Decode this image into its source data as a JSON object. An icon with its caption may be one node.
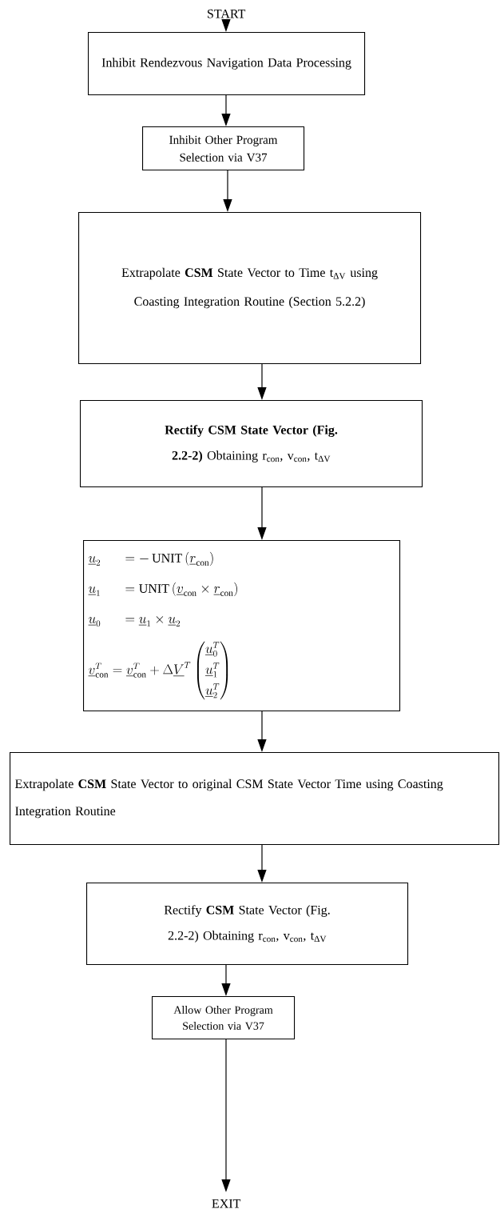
{
  "diagram": {
    "nodes": [
      {
        "text": [
          "START"
        ]
      },
      {
        "text": [
          "Inhibit Rendezvous Navigation Data Processing"
        ]
      },
      {
        "text": [
          "Inhibit Other Program Selection via V37"
        ]
      },
      {
        "text": [
          "Extrapolate **CSM** State Vector to Time t$_{ΔV}$ using Coasting Integration Routine (Section 5.2.2)"
        ]
      },
      {
        "text": [
          "**Rectify CSM State Vector (Fig. 2.2-2)** Obtaining r$_{con}$, v$_{con}$, t$_{ΔV}$"
        ]
      },
      {
        "text": [
          "\\underline{u}_2 \\quad\\;\\; = -\\,\\mathrm{UNIT}\\,(\\underline{r}_{\\mathrm{con}})",
          "\\underline{u}_1 \\quad\\;\\; = \\mathrm{UNIT}\\,(\\underline{v}_{\\mathrm{con}} \\times \\underline{r}_{\\mathrm{con}})",
          "\\underline{u}_0 \\quad\\;\\; = \\underline{u}_1 \\times \\underline{u}_2",
          "\\underline{v}^{T}_{\\mathrm{con}} = \\underline{v}^{T}_{\\mathrm{con}} + \\Delta\\underline{V}^{T} \\begin{pmatrix} \\underline{u}_0^{T} \\\\[6pt] \\underline{u}_1^{T} \\\\[6pt] \\underline{u}_2^{T} \\end{pmatrix}"
        ]
      },
      {
        "text": [
          "Extrapolate **CSM** State Vector to original CSM State Vector Time using Coasting Integration Routine"
        ]
      },
      {
        "text": [
          "Rectify **CSM** State Vector (Fig. 2.2-2) Obtaining r$_{con}$, v$_{con}$, t$_{ΔV}$"
        ]
      },
      {
        "text": [
          "Allow Other Program Selection via V37"
        ]
      },
      {
        "text": [
          "EXIT"
        ]
      }
    ],
    "edges": [
      {
        "from": 0,
        "to": 1,
        "arrow": "to"
      },
      {
        "from": 1,
        "to": 2,
        "arrow": "to"
      },
      {
        "from": 2,
        "to": 3,
        "arrow": "to"
      },
      {
        "from": 3,
        "to": 4,
        "arrow": "to"
      },
      {
        "from": 4,
        "to": 5,
        "arrow": "to"
      },
      {
        "from": 5,
        "to": 6,
        "arrow": "to"
      },
      {
        "from": 6,
        "to": 7,
        "arrow": "to"
      },
      {
        "from": 7,
        "to": 8,
        "arrow": "to"
      },
      {
        "from": 8,
        "to": 9,
        "arrow": "to"
      }
    ]
  }
}
